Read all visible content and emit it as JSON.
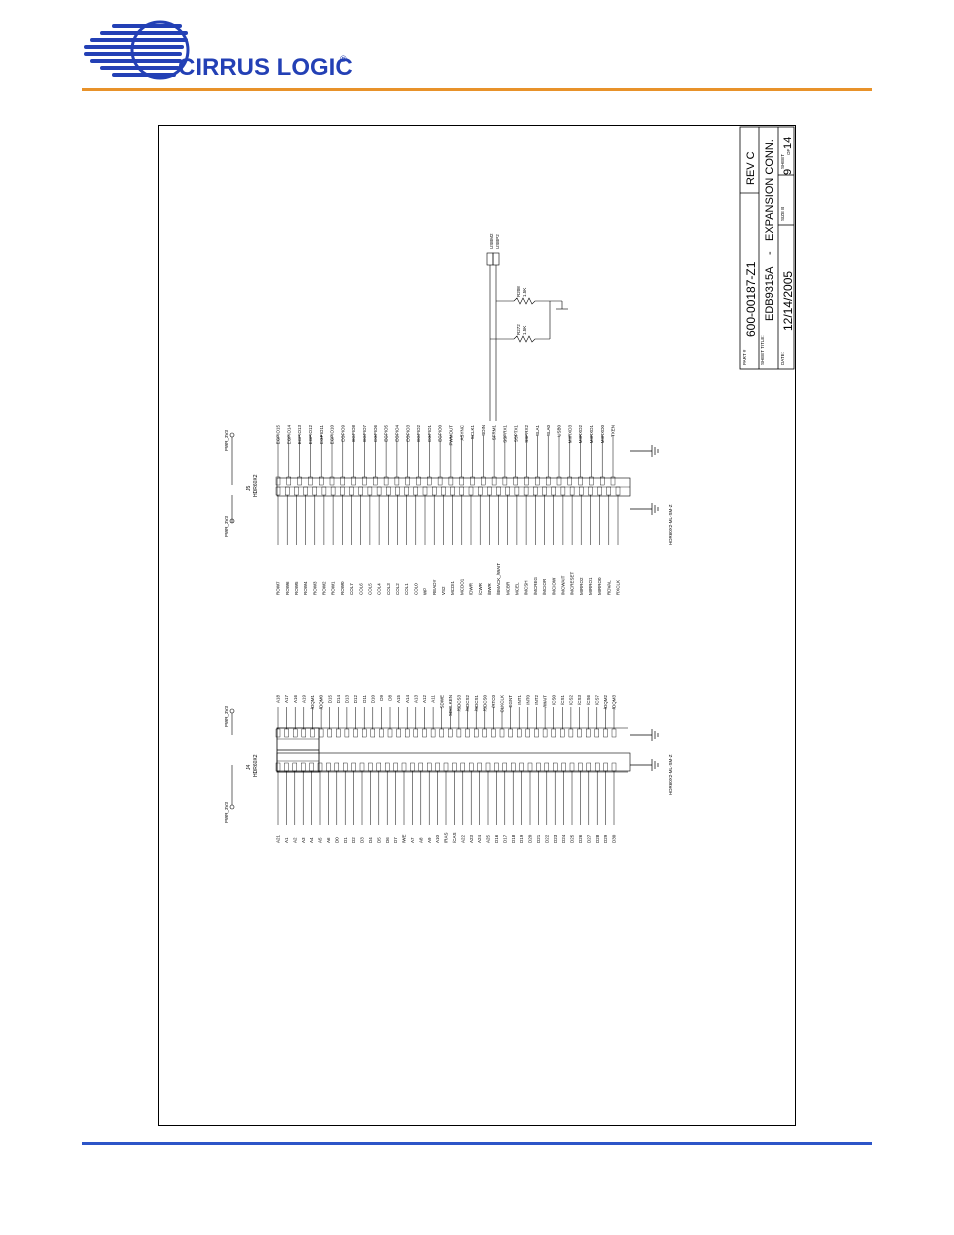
{
  "header": {
    "brand_name": "CIRRUS LOGIC",
    "brand_mark": "®",
    "colors": {
      "logo_blue": "#2340b5",
      "accent_orange": "#e8922a",
      "footer_blue": "#2d55c8"
    }
  },
  "title_block": {
    "part_label": "PART #",
    "part_number": "600-00187-Z1",
    "rev_label": "REV C",
    "sheet_title_label": "SHEET TITLE:",
    "board": "EDB9315A",
    "sheet_title": "EXPANSION CONN.",
    "date_label": "DATE:",
    "date": "12/14/2005",
    "size_label": "SIZE B",
    "sheet_label": "SHEET",
    "sheet_number": "9",
    "of_label": "OF",
    "sheet_total": "14"
  },
  "schematic": {
    "connector_j4": {
      "ref": "J4",
      "type": "HDR60X2",
      "footprint": "HDR60X2-ML-SM-Z"
    },
    "connector_j5": {
      "ref": "J5",
      "type": "HDR60X2",
      "footprint": "HDR60X2-ML-SM-Z"
    },
    "power_net": "PWR_3V3",
    "resistors": [
      {
        "ref": "R208",
        "value": "1.5K"
      },
      {
        "ref": "R272",
        "value": "1.5K"
      }
    ],
    "j4_left_signals": [
      "A21",
      "A1",
      "A2",
      "A3",
      "A4",
      "A5",
      "A6",
      "D0",
      "D1",
      "D2",
      "D3",
      "D4",
      "D5",
      "D6",
      "D7",
      "/WE",
      "A7",
      "A8",
      "A9",
      "A10",
      "/RAS",
      "/CAS",
      "A22",
      "A23",
      "A24",
      "A25",
      "D16",
      "D17",
      "D18",
      "D19",
      "D20",
      "D21",
      "D22",
      "D23",
      "D24",
      "D25",
      "D26",
      "D27",
      "D28",
      "D29",
      "D30"
    ],
    "j4_right_signals": [
      "A18",
      "A17",
      "A16",
      "A19",
      "/DQM1",
      "/DQM0",
      "D15",
      "D14",
      "D13",
      "D12",
      "D11",
      "D10",
      "D9",
      "D8",
      "A15",
      "A14",
      "A13",
      "A12",
      "A11",
      "SDWE",
      "SDCLKEN",
      "/SDCS3",
      "/SDCS2",
      "/SDCS1",
      "/SDCS0",
      "/RTC0",
      "CLKCLK",
      "EGNT",
      "INT1",
      "INT0",
      "INT2",
      "/WAIT",
      "/CS0",
      "/CS1",
      "/CS2",
      "/CS3",
      "/CS6",
      "/CS7",
      "/DQM2",
      "/DQM3"
    ],
    "j5_left_signals": [
      "ROW7",
      "ROW6",
      "ROW5",
      "ROW4",
      "ROW3",
      "ROW2",
      "ROW1",
      "ROW0",
      "COL7",
      "COL6",
      "COL5",
      "COL4",
      "COL3",
      "COL2",
      "COL1",
      "COL0",
      "WP",
      "READY",
      "VS2",
      "MCDI1",
      "MCDO1",
      "/DWR",
      "/CWR",
      "/BWR",
      "/BMACK_/WAIT",
      "MCBR",
      "MCEL",
      "/MCSH",
      "/MCREG",
      "/MCIOR",
      "/MCIOW",
      "/MCWAIT",
      "/MCRESET",
      "MIRRO2",
      "MIRRO1",
      "MIRRO0",
      "RDVAL",
      "RXCLK"
    ],
    "j5_right_signals": [
      "EGPIO15",
      "EGPIO14",
      "EGPIO13",
      "EGPIO12",
      "EGPIO11",
      "EGPIO10",
      "EGPIO9",
      "EGPIO8",
      "EGPIO7",
      "EGPIO6",
      "EGPIO5",
      "EGPIO4",
      "EGPIO3",
      "EGPIO2",
      "EGPIO1",
      "EGPIO0",
      "PWMOUT",
      "ASYNC",
      "SCLK1",
      "SDIN",
      "SFRM1",
      "SSPRX1",
      "SSPTX1",
      "SSPRX2",
      "SLA1",
      "SLA0",
      "USB0",
      "MIIRXD3",
      "MIIRXD2",
      "MIIRXD1",
      "MIIRXD0",
      "TXEN"
    ],
    "usb_labels": [
      "USBM2",
      "USBP2"
    ]
  }
}
